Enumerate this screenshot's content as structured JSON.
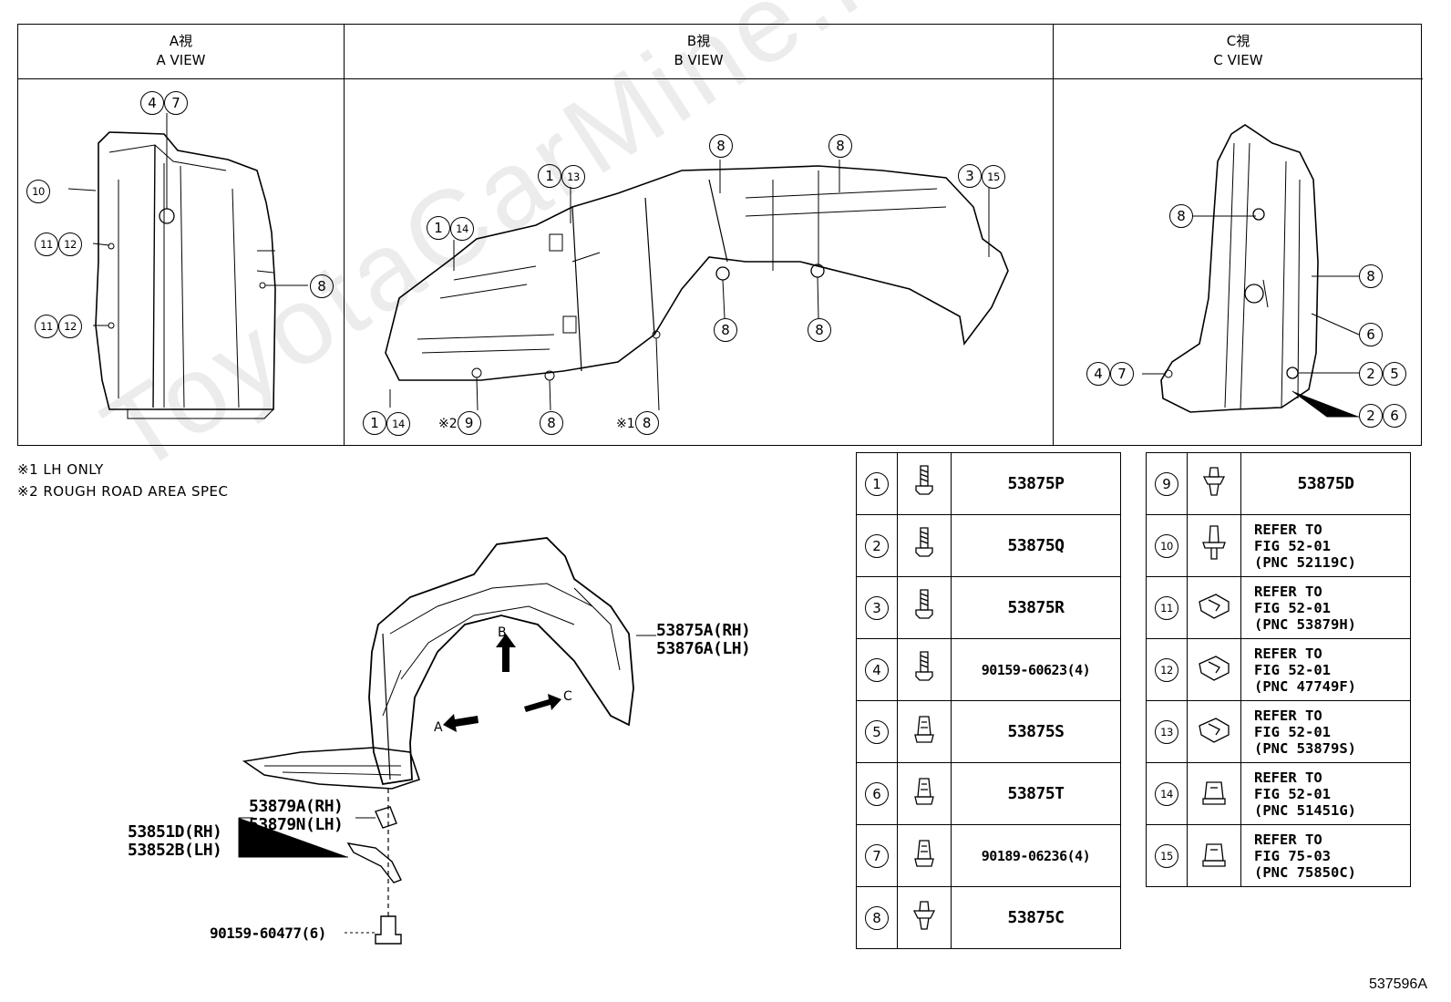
{
  "views": [
    {
      "jp": "A視",
      "en": "A VIEW",
      "callouts": [
        "④⑦",
        "⑩",
        "⑪⑫",
        "⑪⑫",
        "⑧"
      ]
    },
    {
      "jp": "B視",
      "en": "B VIEW",
      "callouts": [
        "⑧",
        "⑧",
        "①⑬",
        "③⑮",
        "①⑭",
        "⑧",
        "⑧",
        "①⑭",
        "※2 ⑨",
        "⑧",
        "※1 ⑧"
      ]
    },
    {
      "jp": "C視",
      "en": "C VIEW",
      "callouts": [
        "⑧",
        "⑧",
        "⑥",
        "④⑦",
        "②⑤",
        "②⑥"
      ]
    }
  ],
  "notes": [
    "※1 LH ONLY",
    "※2 ROUGH ROAD AREA SPEC"
  ],
  "labels": {
    "liner_rh": "53875A(RH)",
    "liner_lh": "53876A(LH)",
    "seal_rh": "53879A(RH)",
    "seal_lh": "53879N(LH)",
    "brace_rh": "53851D(RH)",
    "brace_lh": "53852B(LH)",
    "bolt": "90159-60477(6)",
    "arrow_a": "A",
    "arrow_b": "B",
    "arrow_c": "C"
  },
  "parts_left": [
    {
      "num": "1",
      "icon": "screw-icon",
      "pn": "53875P"
    },
    {
      "num": "2",
      "icon": "screw-icon",
      "pn": "53875Q"
    },
    {
      "num": "3",
      "icon": "screw-icon",
      "pn": "53875R"
    },
    {
      "num": "4",
      "icon": "screw-icon",
      "pn": "90159-60623(4)"
    },
    {
      "num": "5",
      "icon": "nut-icon",
      "pn": "53875S"
    },
    {
      "num": "6",
      "icon": "nut-icon",
      "pn": "53875T"
    },
    {
      "num": "7",
      "icon": "nut-icon",
      "pn": "90189-06236(4)"
    },
    {
      "num": "8",
      "icon": "clip-icon",
      "pn": "53875C"
    }
  ],
  "parts_right": [
    {
      "num": "9",
      "icon": "clip-icon",
      "l1": "53875D",
      "l2": "",
      "l3": ""
    },
    {
      "num": "10",
      "icon": "push-clip-icon",
      "l1": "REFER TO",
      "l2": "FIG 52-01",
      "l3": "(PNC 52119C)"
    },
    {
      "num": "11",
      "icon": "bracket-clip-icon",
      "l1": "REFER TO",
      "l2": "FIG 52-01",
      "l3": "(PNC 53879H)"
    },
    {
      "num": "12",
      "icon": "bracket-clip-icon",
      "l1": "REFER TO",
      "l2": "FIG 52-01",
      "l3": "(PNC 47749F)"
    },
    {
      "num": "13",
      "icon": "bracket-clip-icon",
      "l1": "REFER TO",
      "l2": "FIG 52-01",
      "l3": "(PNC 53879S)"
    },
    {
      "num": "14",
      "icon": "nut-clip-icon",
      "l1": "REFER TO",
      "l2": "FIG 52-01",
      "l3": "(PNC 51451G)"
    },
    {
      "num": "15",
      "icon": "nut-clip-icon",
      "l1": "REFER TO",
      "l2": "FIG 75-03",
      "l3": "(PNC 75850C)"
    }
  ],
  "watermark": "ToyotaCarMine.ru",
  "figure_id": "537596A"
}
